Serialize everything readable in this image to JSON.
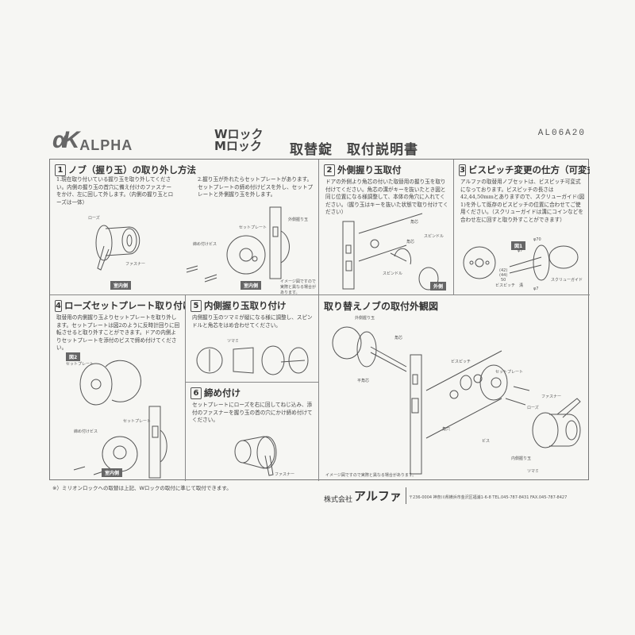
{
  "header": {
    "logo_mark": "αK",
    "logo_text": "ALPHA",
    "doc_code": "AL06A20",
    "lock_types": [
      "Wロック",
      "Mロック"
    ],
    "title": "取替錠　取付説明書"
  },
  "sections": {
    "s1": {
      "num": "1",
      "title": "ノブ（握り玉）の取り外し方法",
      "text1": "1.現在取り付いている握り玉を取り外してください。内側の握り玉の首穴に備え付けのファスナーをかけ、左に回して外します。（内側の握り玉とローズは一体）",
      "text2": "2.握り玉が外れたらセットプレートがあります。セットプレートの締め付けビスを外し、セットプレートと外側握り玉を外します。",
      "labels": {
        "rose": "ローズ",
        "fastener": "ファスナー",
        "screws": "締め付けビス",
        "set_plate": "セットプレート",
        "outer_knob": "外側握り玉"
      },
      "tag": "室内側",
      "note": "イメージ図ですので実際と異なる場合があります。"
    },
    "s2": {
      "num": "2",
      "title": "外側握り玉取付",
      "text": "ドアの外側より角芯の付いた取替用の握り玉を取り付けてください。角芯の溝がキーを抜いたとき図と同じ位置になる様調整して、本体の角穴に入れてください。（握り玉はキーを抜いた状態で取り付けてください）",
      "labels": {
        "square_core": "角芯",
        "spindle": "スピンドル"
      },
      "tag": "外側"
    },
    "s3": {
      "num": "3",
      "title": "ビスピッチ変更の仕方（可変式）",
      "text": "アルファの取替用ノブセットは、ビスピッチ可変式になっております。ビスピッチの長さは42,44,50mmとありますので、スクリューガイド(図1)を外して既存のビスピッチの位置に合わせてご使用ください。（スクリューガイドは溝にコインなどを合わせ左に回すと取り外すことができます）",
      "labels": {
        "fig": "図1",
        "phi70": "φ70",
        "phi7a": "φ7",
        "phi7b": "φ7",
        "p42": "(42)",
        "p44": "(44)",
        "p50": "50",
        "pitch": "ビスピッチ",
        "groove": "溝",
        "screw_guide": "スクリューガイド"
      }
    },
    "s4": {
      "num": "4",
      "title": "ローズセットプレート取り付け",
      "text": "取替用の内側握り玉よりセットプレートを取り外します。セットプレートは図2のように反時計回りに回転させると取り外すことができます。ドアの内側よりセットプレートを添付のビスで締め付けてください。",
      "labels": {
        "fig": "図2",
        "set_plate1": "セットプレート",
        "set_plate2": "セットプレート",
        "screws": "締め付けビス"
      },
      "tag": "室内側"
    },
    "s5": {
      "num": "5",
      "title": "内側握り玉取り付け",
      "text": "内側握り玉のツマミが縦になる様に調整し、スピンドルと角芯をはめ合わせてください。",
      "labels": {
        "knob_turn": "ツマミ"
      }
    },
    "s6": {
      "num": "6",
      "title": "締め付け",
      "text": "セットプレートにローズを右に回してねじ込み、添付のファスナーを握り玉の首の穴にかけ締め付けてください。",
      "labels": {
        "fastener": "ファスナー"
      }
    },
    "overview": {
      "title": "取り替えノブの取付外観図",
      "labels": {
        "outer_knob": "外側握り玉",
        "square_core": "角芯",
        "flat_core": "平角芯",
        "pitch": "ビスピッチ",
        "set_plate": "セットプレート",
        "fastener": "ファスナー",
        "rose": "ローズ",
        "square_hole": "角穴",
        "screw": "ビス",
        "inner_knob": "内側握り玉",
        "knob_turn": "ツマミ"
      },
      "note": "イメージ図ですので実際と異なる場合があります。"
    }
  },
  "footer": {
    "footnote": "※）ミリオンロックへの取替は上記、Wロックの取付に準じて取付できます。",
    "company_prefix": "株式会社",
    "company_name": "アルファ",
    "address": "〒236-0004 神奈川県横浜市金沢区福浦1-6-8 TEL.045-787-8431 FAX.045-787-8427"
  }
}
